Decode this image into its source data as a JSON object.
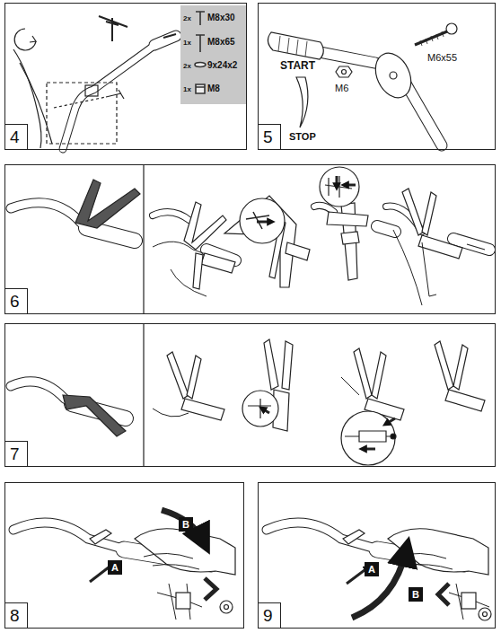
{
  "diagram": {
    "nodes": [
      {
        "text": [
          "4"
        ]
      },
      {
        "text": [
          "2x",
          "M8x30",
          "1x",
          "M8x65",
          "2x",
          "9x24x2",
          "1x",
          "M8"
        ],
        "in": 0
      },
      {
        "text": [
          "5"
        ]
      },
      {
        "text": [
          "6"
        ]
      },
      {
        "text": [
          "7"
        ]
      },
      {
        "text": [
          "8"
        ]
      },
      {
        "text": [
          "B"
        ],
        "in": 5
      },
      {
        "text": [
          "A"
        ],
        "in": 5
      },
      {
        "text": [
          "9"
        ]
      },
      {
        "text": [
          "A"
        ],
        "in": 8
      },
      {
        "text": [
          "B"
        ],
        "in": 8
      }
    ],
    "labels": [
      "START",
      "M6x55",
      "M6",
      "STOP"
    ]
  }
}
